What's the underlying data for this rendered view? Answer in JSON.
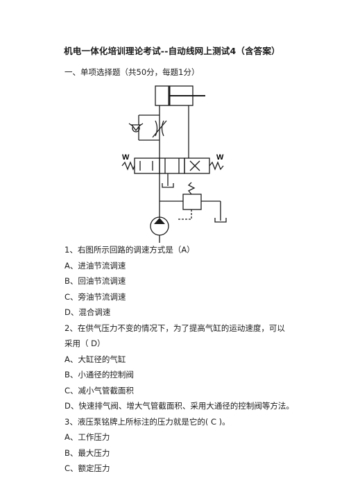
{
  "doc": {
    "title": "机电一体化培训理论考试--自动线网上测试4（含答案）",
    "section": "一、单项选择题（共50分，每题1分）"
  },
  "diagram_labels": {
    "w_left": "W",
    "w_right": "W"
  },
  "questions": [
    {
      "stem": "1、右图所示回路的调速方式是（A）",
      "options": [
        "A、进油节流调速",
        "B、回油节流调速",
        "C、旁油节流调速",
        "D、混合调速"
      ]
    },
    {
      "stem_line1": "2、在供气压力不变的情况下，为了提高气缸的运动速度，可以",
      "stem_line2": "采用（ D）",
      "options": [
        "A、大缸径的气缸",
        "B、小通径的控制阀",
        "C、减小气管截面积",
        "D、快速排气阀、增大气管截面积、采用大通径的控制阀等方法。"
      ]
    },
    {
      "stem": "3、液压泵铭牌上所标注的压力就是它的( C )。",
      "options": [
        "A、工作压力",
        "B、最大压力",
        "C、额定压力"
      ]
    }
  ]
}
